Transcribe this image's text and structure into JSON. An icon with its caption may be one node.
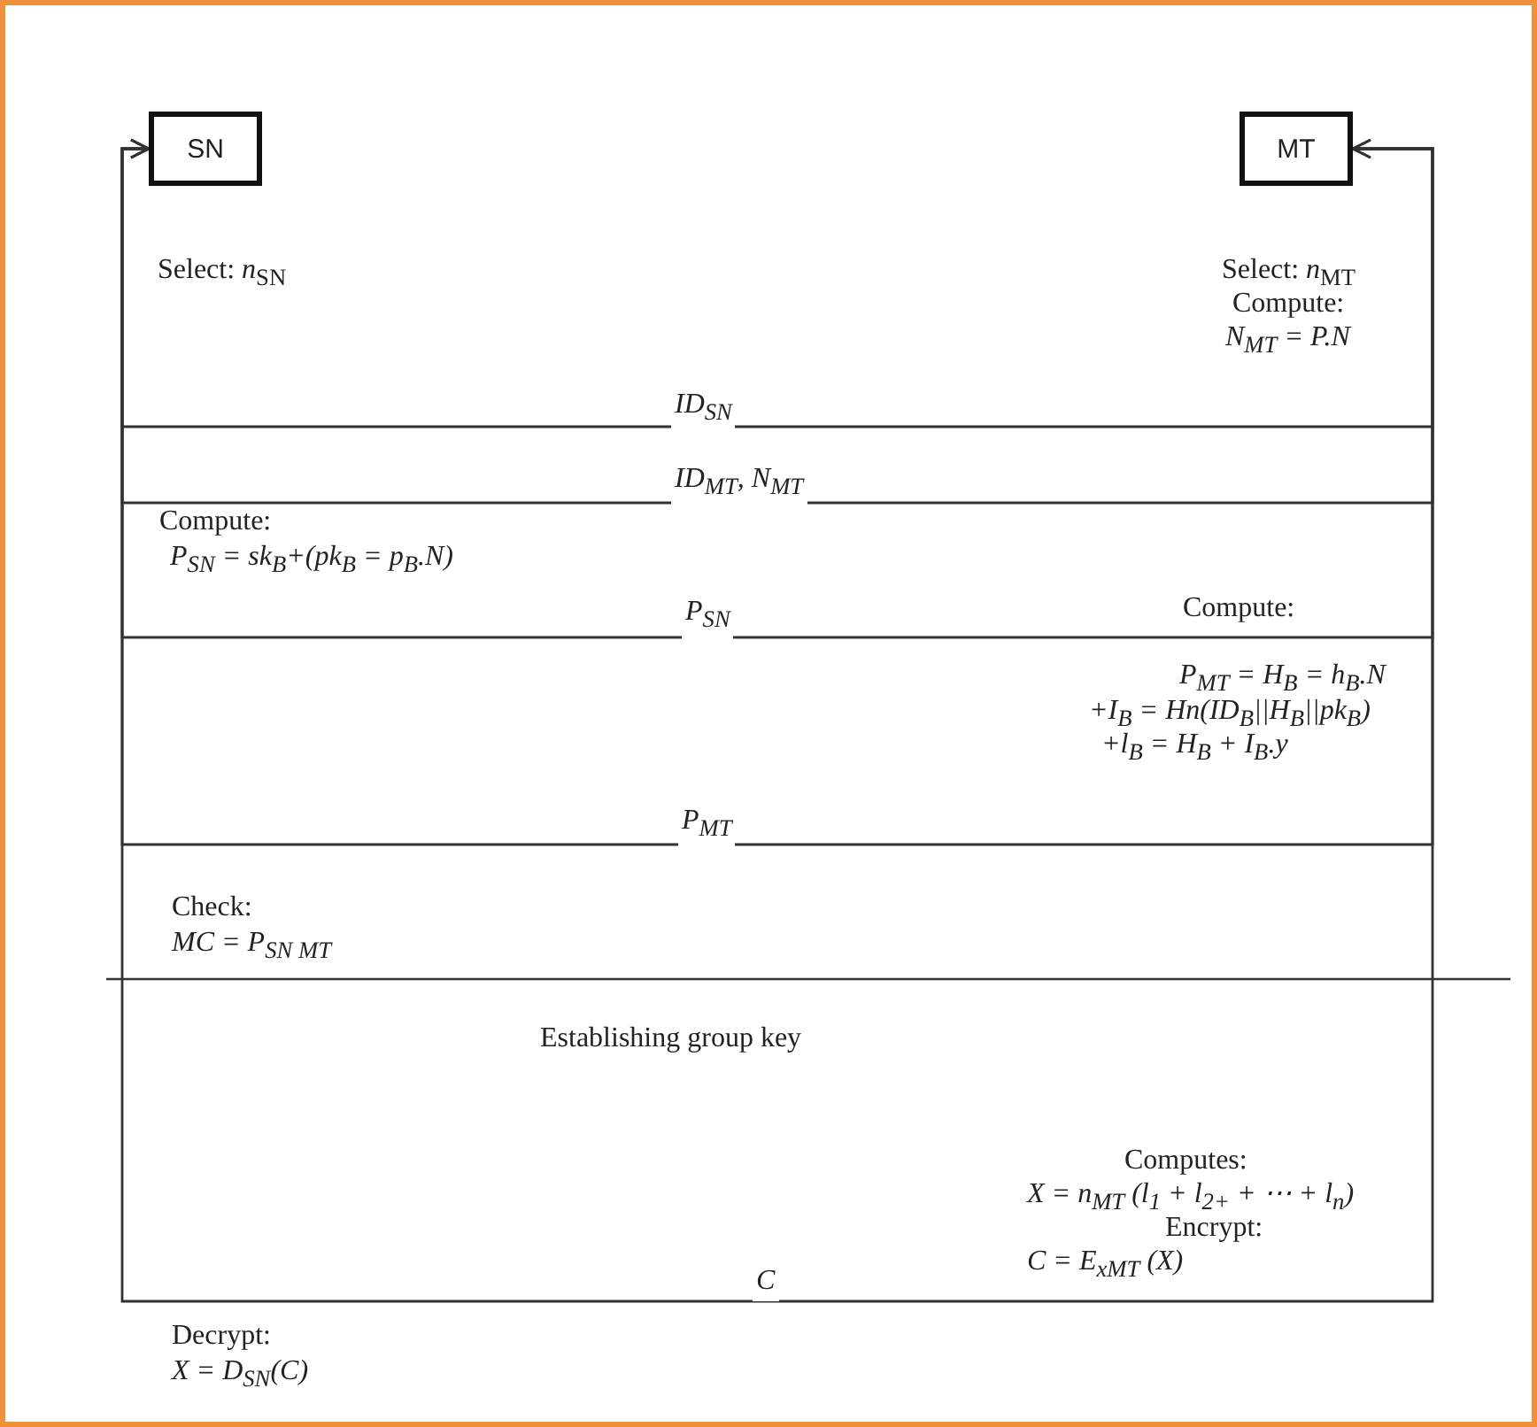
{
  "diagram": {
    "nodes": [
      {
        "text": [
          "SN"
        ]
      },
      {
        "text": [
          "MT"
        ]
      }
    ],
    "edges": [
      {
        "from": 0,
        "to": 1,
        "arrow": "to",
        "label": "ID$_{SN}$"
      },
      {
        "from": 1,
        "to": 0,
        "arrow": "to",
        "label": "ID$_{MT}$, N$_{MT}$"
      },
      {
        "from": 0,
        "to": 1,
        "arrow": "to",
        "label": "P$_{SN}$"
      },
      {
        "from": 1,
        "to": 0,
        "arrow": "to",
        "label": "P$_{MT}$"
      },
      {
        "from": 1,
        "to": 0,
        "arrow": "to",
        "label": "C"
      }
    ],
    "labels": [
      "Select: *n*$_{SN}$",
      "Select: *n*$_{MT}$",
      "Compute:",
      "N$_{MT}$ = P.N",
      "Compute:",
      "P$_{SN}$ = sk$_{B}$+(pk$_{B}$ = p$_{B}$.N)",
      "Compute:",
      "P$_{MT}$ = H$_{B}$ = h$_{B}$.N",
      "+I$_{B}$ = Hn(ID$_{B}$||H$_{B}$||pk$_{B}$)",
      "+l$_{B}$ = H$_{B}$ + I$_{B}$.y",
      "Check:",
      "MC = P$_{SN MT}$",
      "Establishing group key",
      "Computes:",
      "X = n$_{MT}$ (l$_{1}$ + l$_{2+}$ + ⋯ + l$_{n}$)",
      "Encrypt:",
      "C = E$_{xMT}$ (X)",
      "Decrypt:",
      "X = D$_{SN}$(C)"
    ]
  }
}
